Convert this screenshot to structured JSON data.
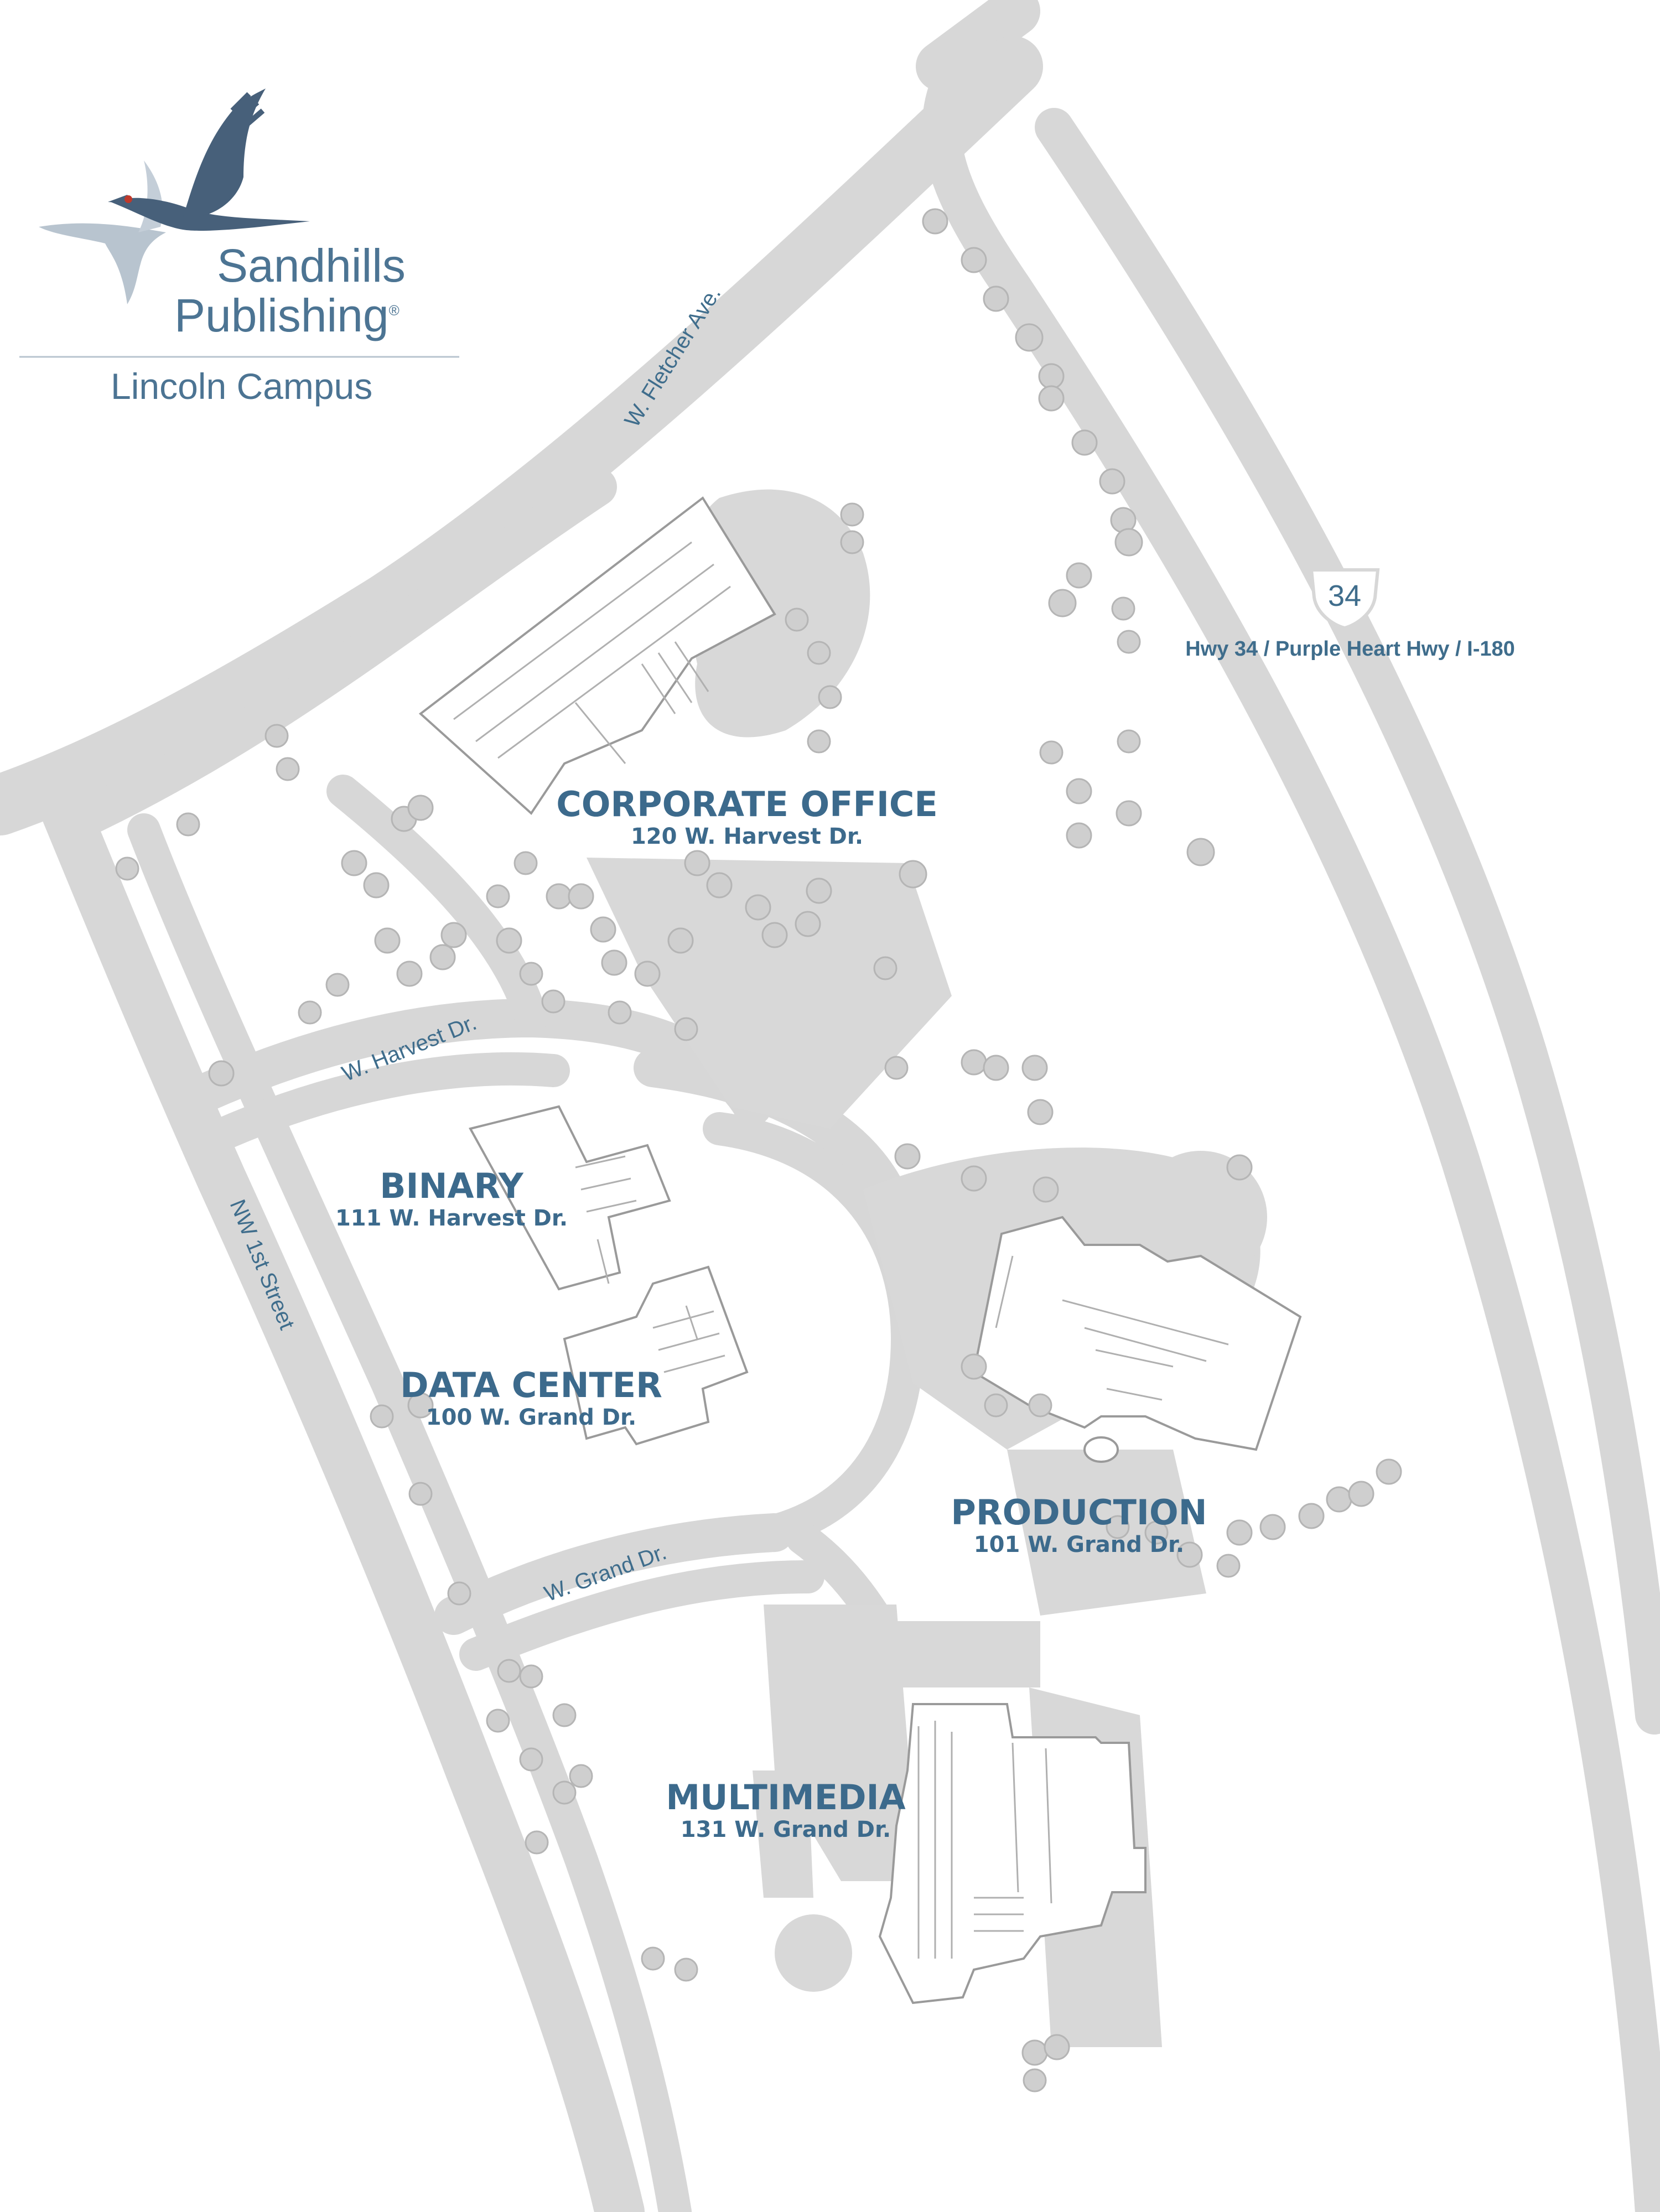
{
  "brand": {
    "company_line1": "Sandhills",
    "company_line2": "Publishing",
    "registered_mark": "®",
    "campus": "Lincoln Campus",
    "logo_icon": "crane-icon",
    "colors": {
      "brand_blue": "#3c6a8c",
      "crane_dark": "#47607a",
      "crane_light": "#a9b7c4",
      "crane_red": "#c0392b"
    }
  },
  "map": {
    "colors": {
      "road": "#d7d7d7",
      "building_outline": "#9a9a9a",
      "tree": "#cfcfcf",
      "label": "#3c6a8c"
    },
    "streets": {
      "fletcher": "W. Fletcher Ave.",
      "harvest": "W. Harvest Dr.",
      "first_street": "NW 1st Street",
      "grand": "W. Grand Dr.",
      "hwy_shield": "34",
      "hwy_name": "Hwy 34 / Purple Heart Hwy / I-180"
    },
    "buildings": {
      "corporate": {
        "name": "CORPORATE OFFICE",
        "address": "120 W. Harvest Dr."
      },
      "binary": {
        "name": "BINARY",
        "address": "111 W. Harvest Dr."
      },
      "datacenter": {
        "name": "DATA CENTER",
        "address": "100 W. Grand Dr."
      },
      "production": {
        "name": "PRODUCTION",
        "address": "101 W. Grand Dr."
      },
      "multimedia": {
        "name": "MULTIMEDIA",
        "address": "131 W. Grand Dr."
      }
    }
  }
}
